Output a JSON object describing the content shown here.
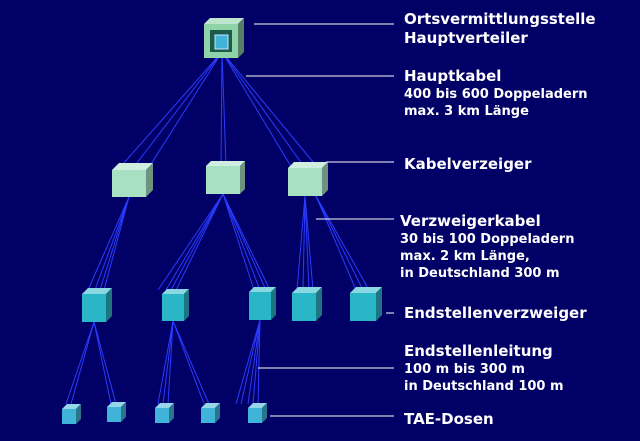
{
  "colors": {
    "background": "#000066",
    "line": "#2a3bff",
    "leader": "#ffffff",
    "exchange": "#8fd4a8",
    "cabinet": "#a8e0c4",
    "distributor": "#29b6c6",
    "socket": "#3fb4d8"
  },
  "labels": {
    "exchange": [
      "Ortsvermittlungsstelle",
      "Hauptverteiler"
    ],
    "main_cable": [
      "Hauptkabel",
      "400 bis 600 Doppeladern",
      "max. 3 km Länge"
    ],
    "cabinet": [
      "Kabelverzeiger"
    ],
    "branch_cable": [
      "Verzweigerkabel",
      "30 bis 100 Doppeladern",
      "max. 2 km Länge,",
      "in Deutschland 300 m"
    ],
    "end_distributor": [
      "Endstellenverzweiger"
    ],
    "end_line": [
      "Endstellenleitung",
      "100 m bis 300 m",
      "in Deutschland 100 m"
    ],
    "sockets": [
      "TAE-Dosen"
    ]
  },
  "nodes": {
    "exchange": {
      "icon": "exchange-building-icon"
    },
    "cabinets": [
      {
        "icon": "cabinet-box-icon"
      },
      {
        "icon": "cabinet-box-icon"
      },
      {
        "icon": "cabinet-box-icon"
      }
    ],
    "distributors": [
      {
        "icon": "distributor-box-icon"
      },
      {
        "icon": "distributor-box-icon"
      },
      {
        "icon": "distributor-box-icon"
      },
      {
        "icon": "distributor-box-icon"
      },
      {
        "icon": "distributor-box-icon"
      }
    ],
    "sockets": [
      {
        "icon": "tae-socket-icon"
      },
      {
        "icon": "tae-socket-icon"
      },
      {
        "icon": "tae-socket-icon"
      },
      {
        "icon": "tae-socket-icon"
      },
      {
        "icon": "tae-socket-icon"
      }
    ]
  }
}
